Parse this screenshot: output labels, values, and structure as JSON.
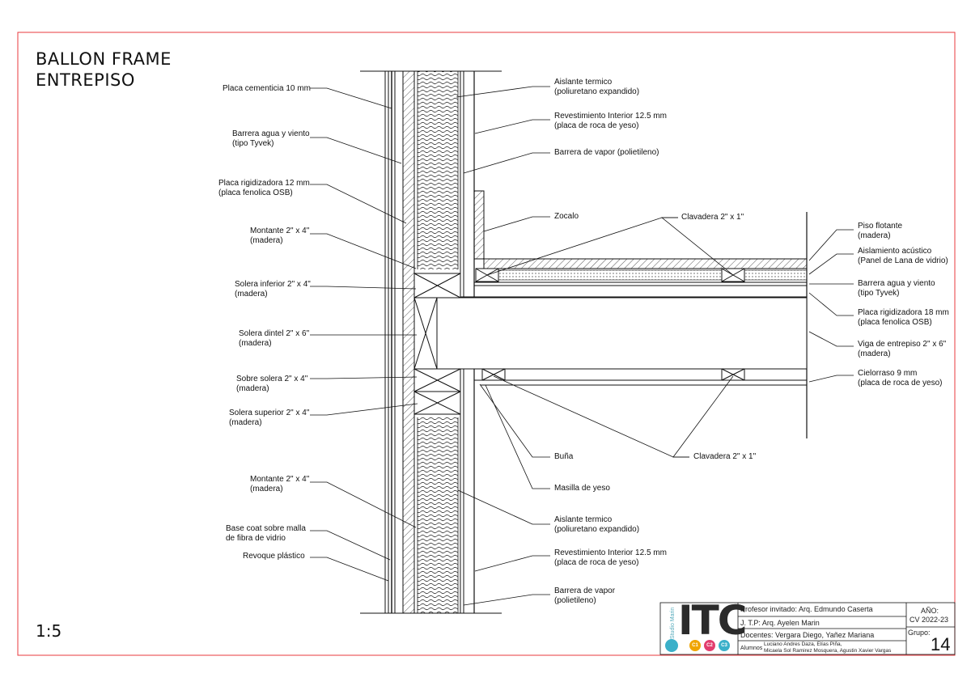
{
  "title": {
    "line1": "BALLON FRAME",
    "line2": "ENTREPISO"
  },
  "scale": "1:5",
  "labels_left": [
    {
      "l1": "Placa cementicia 10 mm",
      "l2": ""
    },
    {
      "l1": "Barrera agua y viento",
      "l2": "(tipo Tyvek)"
    },
    {
      "l1": "Placa rigidizadora 12 mm",
      "l2": "(placa fenolica OSB)"
    },
    {
      "l1": "Montante 2\" x 4\"",
      "l2": "(madera)"
    },
    {
      "l1": "Solera inferior 2\" x 4\"",
      "l2": "(madera)"
    },
    {
      "l1": "Solera dintel 2\" x 6\"",
      "l2": "(madera)"
    },
    {
      "l1": "Sobre solera 2\" x 4\"",
      "l2": "(madera)"
    },
    {
      "l1": "Solera superior 2\" x 4\"",
      "l2": "(madera)"
    },
    {
      "l1": "Montante 2\" x 4\"",
      "l2": "(madera)"
    },
    {
      "l1": "Base coat sobre malla",
      "l2": "de fibra de vidrio"
    },
    {
      "l1": "Revoque plástico",
      "l2": ""
    }
  ],
  "labels_mid": [
    {
      "l1": "Aislante termico",
      "l2": "(poliuretano expandido)"
    },
    {
      "l1": "Revestimiento Interior 12.5 mm",
      "l2": "(placa de roca de yeso)"
    },
    {
      "l1": "Barrera de vapor (polietileno)",
      "l2": ""
    },
    {
      "l1": "Zocalo",
      "l2": ""
    },
    {
      "l1": "Clavadera 2\" x 1\"",
      "l2": ""
    },
    {
      "l1": "Buña",
      "l2": ""
    },
    {
      "l1": "Clavadera 2\" x 1\"",
      "l2": ""
    },
    {
      "l1": "Masilla de yeso",
      "l2": ""
    },
    {
      "l1": "Aislante termico",
      "l2": "(poliuretano expandido)"
    },
    {
      "l1": "Revestimiento Interior 12.5 mm",
      "l2": "(placa de roca de yeso)"
    },
    {
      "l1": "Barrera de vapor",
      "l2": "(polietileno)"
    }
  ],
  "labels_right": [
    {
      "l1": "Piso flotante",
      "l2": "(madera)"
    },
    {
      "l1": "Aislamiento acústico",
      "l2": "(Panel de Lana de vidrio)"
    },
    {
      "l1": "Barrera agua y viento",
      "l2": "(tipo Tyvek)"
    },
    {
      "l1": "Placa rigidizadora 18 mm",
      "l2": "(placa fenolica OSB)"
    },
    {
      "l1": "Viga de entrepiso  2\" x 6\"",
      "l2": "(madera)"
    },
    {
      "l1": "Cielorraso 9 mm",
      "l2": "(placa de roca de yeso)"
    }
  ],
  "titleblock": {
    "logo": "ITC",
    "logo_vertical": "Studio Marin",
    "dots": [
      "C1",
      "C2",
      "C3"
    ],
    "profesor": "Profesor invitado: Arq. Edmundo Caserta",
    "jtp": "J. T.P: Arq. Ayelen Marin",
    "docentes": "Docentes: Vergara Diego, Yañez Mariana",
    "alumnos_label": "Alumnos",
    "alumnos_1": "Luciano Andres Daza, Elías Piña,",
    "alumnos_2": "Micaela Sol Ramirez Mosquera, Agustin Xavier Vargas",
    "anio_label": "AÑO:",
    "anio_value": "CV 2022-23",
    "grupo_label": "Grupo:",
    "grupo_value": "14"
  },
  "colors": {
    "frame": "#e8383d",
    "line": "#111111",
    "logo_dot1": "#f0a500",
    "logo_dot2": "#e23d6e",
    "logo_dot3": "#3bb0c9",
    "logo_circle": "#3bb0c9"
  }
}
